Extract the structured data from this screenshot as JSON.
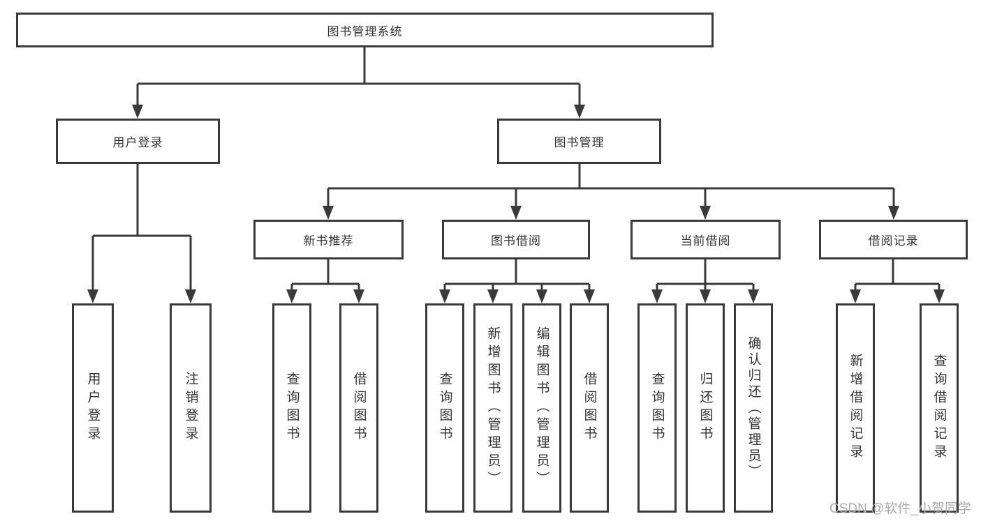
{
  "diagram": {
    "type": "hierarchy-tree",
    "colors": {
      "line": "#3a3a3a",
      "box_border": "#3a3a3a",
      "box_background": "#ffffff",
      "text": "#333333",
      "watermark": "#ababab"
    },
    "tree": {
      "root": {
        "label": "图书管理系统",
        "children": [
          {
            "label": "用户登录",
            "children": [
              {
                "label": "用户登录"
              },
              {
                "label": "注销登录"
              }
            ]
          },
          {
            "label": "图书管理",
            "children": [
              {
                "label": "新书推荐",
                "children": [
                  {
                    "label": "查询图书"
                  },
                  {
                    "label": "借阅图书"
                  }
                ]
              },
              {
                "label": "图书借阅",
                "children": [
                  {
                    "label": "查询图书"
                  },
                  {
                    "label": "新增图书（管理员）"
                  },
                  {
                    "label": "编辑图书（管理员）"
                  },
                  {
                    "label": "借阅图书"
                  }
                ]
              },
              {
                "label": "当前借阅",
                "children": [
                  {
                    "label": "查询图书"
                  },
                  {
                    "label": "归还图书"
                  },
                  {
                    "label": "确认归还（管理员）"
                  }
                ]
              },
              {
                "label": "借阅记录",
                "children": [
                  {
                    "label": "新增借阅记录"
                  },
                  {
                    "label": "查询借阅记录"
                  }
                ]
              }
            ]
          }
        ]
      }
    }
  },
  "watermark": {
    "text": "CSDN @软件_小贺同学"
  }
}
